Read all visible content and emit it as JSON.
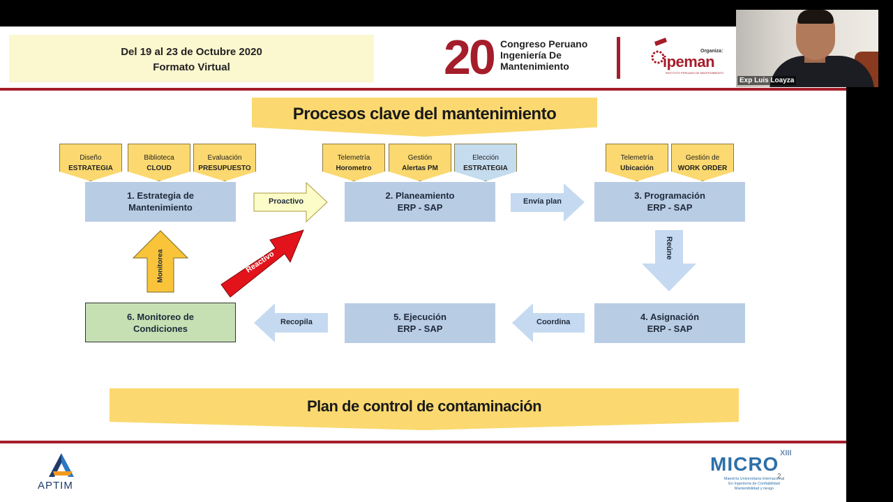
{
  "header": {
    "date_line1": "Del 19 al 23 de Octubre 2020",
    "date_line2": "Formato Virtual",
    "congress_number": "20",
    "congress_line1": "Congreso Peruano",
    "congress_line2": "Ingeniería De",
    "congress_line3": "Mantenimiento",
    "organiza": "Organiza:",
    "ipeman": "ipeman",
    "ipeman_sub": "INSTITUTO PERUANO DE MANTENIMIENTO"
  },
  "slide": {
    "title": "Procesos clave del mantenimiento",
    "bottom_banner": "Plan de control de contaminación",
    "tags": [
      {
        "line1": "Diseño",
        "line2": "ESTRATEGIA"
      },
      {
        "line1": "Biblioteca",
        "line2": "CLOUD"
      },
      {
        "line1": "Evaluación",
        "line2": "PRESUPUESTO"
      },
      {
        "line1": "Telemetría",
        "line2": "Horometro"
      },
      {
        "line1": "Gestión",
        "line2": "Alertas PM"
      },
      {
        "line1": "Elección",
        "line2": "ESTRATEGIA"
      },
      {
        "line1": "Telemetría",
        "line2": "Ubicación"
      },
      {
        "line1": "Gestión de",
        "line2": "WORK ORDER"
      }
    ],
    "processes": [
      {
        "line1": "1. Estrategia de",
        "line2": "Mantenimiento"
      },
      {
        "line1": "2. Planeamiento",
        "line2": "ERP - SAP"
      },
      {
        "line1": "3. Programación",
        "line2": "ERP - SAP"
      },
      {
        "line1": "4. Asignación",
        "line2": "ERP - SAP"
      },
      {
        "line1": "5. Ejecución",
        "line2": "ERP - SAP"
      },
      {
        "line1": "6. Monitoreo de",
        "line2": "Condiciones"
      }
    ],
    "arrows": {
      "proactivo": "Proactivo",
      "envia_plan": "Envía plan",
      "reune": "Reúne",
      "coordina": "Coordina",
      "recopila": "Recopila",
      "monitorea": "Monitorea",
      "reactivo": "Reactivo"
    }
  },
  "footer": {
    "aptim": "APTIM",
    "micro": "MICRO",
    "micro_roman": "XIII",
    "micro_line1": "Maestría Universitaria Internacional",
    "micro_line2": "En Ingeniería de Confiabilidad",
    "micro_line3": "Mantenibilidad y riesgo",
    "page_number": "2"
  },
  "webcam": {
    "participant_name": "Exp Luis Loayza"
  },
  "colors": {
    "brand_red": "#a51d2a",
    "process_blue": "#b8cce4",
    "process_green": "#c6e0b4",
    "banner_yellow": "#fbd970",
    "arrow_blue": "#c5daf0",
    "reactivo_red": "#e3131b"
  }
}
